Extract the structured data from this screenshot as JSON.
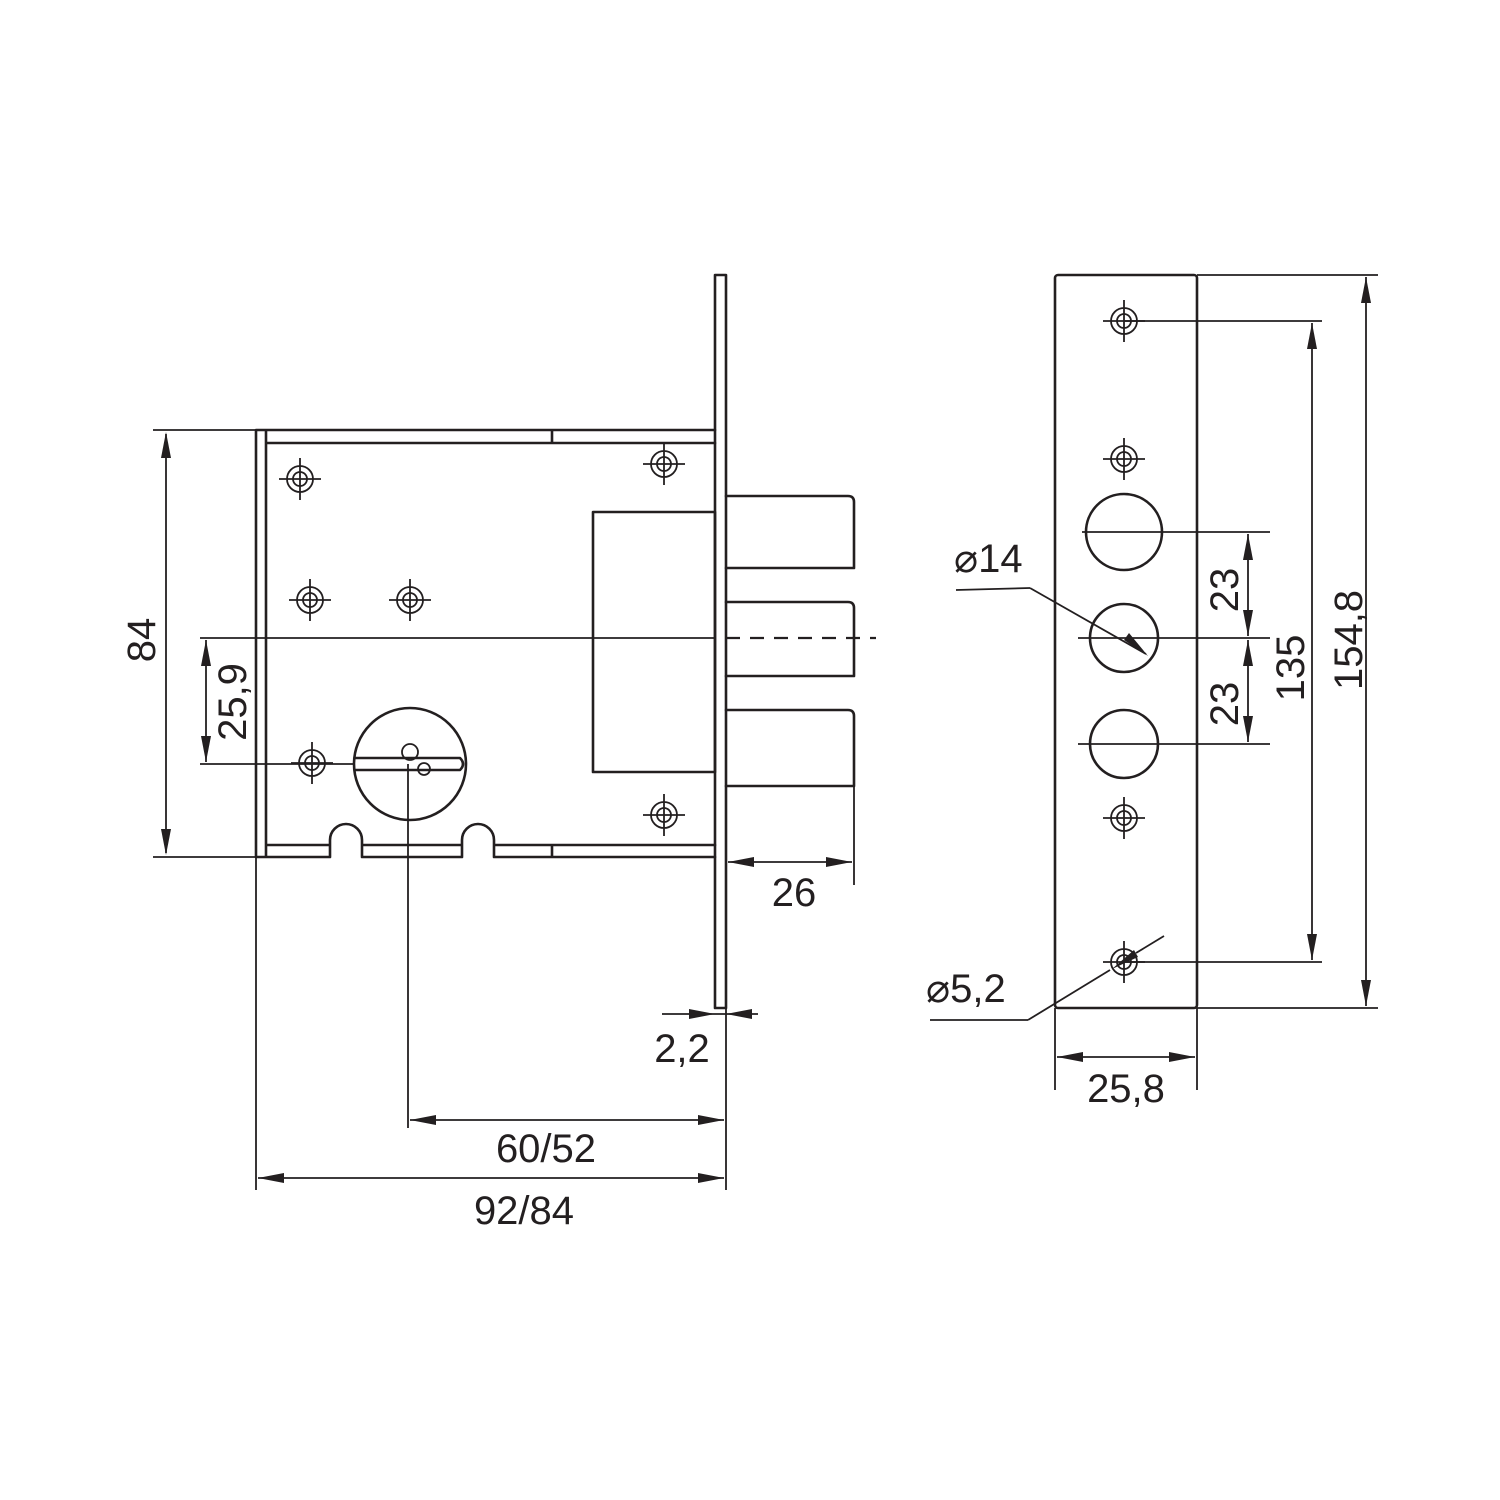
{
  "diagram": {
    "side_view": {
      "body_height_label": "84",
      "backset_offset_label": "25,9",
      "bolt_projection_label": "26",
      "faceplate_thickness_label": "2,2",
      "backset_label": "60/52",
      "overall_depth_label": "92/84"
    },
    "front_view": {
      "bolt_hole_diameter_label": "⌀14",
      "screw_hole_diameter_label": "⌀5,2",
      "bolt_pitch_upper_label": "23",
      "bolt_pitch_lower_label": "23",
      "screw_spacing_label": "135",
      "plate_height_label": "154,8",
      "plate_width_label": "25,8"
    },
    "colors": {
      "line": "#231f20",
      "background": "#ffffff"
    }
  }
}
